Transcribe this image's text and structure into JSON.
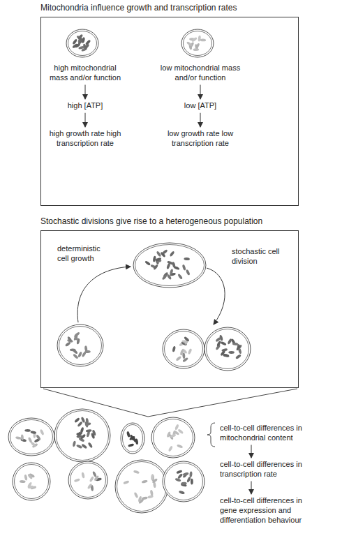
{
  "diagram": {
    "nodes": [
      {
        "text": [
          "Mitochondria influence growth and transcription rates"
        ]
      },
      {
        "text": [
          "high mitochondrial mass and/or function"
        ],
        "in": 0
      },
      {
        "text": [
          "high [ATP]"
        ],
        "in": 0
      },
      {
        "text": [
          "high growth rate high transcription rate"
        ],
        "in": 0
      },
      {
        "text": [
          "low mitochondrial mass and/or function"
        ],
        "in": 0
      },
      {
        "text": [
          "low [ATP]"
        ],
        "in": 0
      },
      {
        "text": [
          "low growth rate low transcription rate"
        ],
        "in": 0
      },
      {
        "text": [
          "Stochastic divisions give rise to a heterogeneous population"
        ]
      },
      {
        "text": [
          "cell-to-cell differences in mitochondrial content"
        ]
      },
      {
        "text": [
          "cell-to-cell differences in transcription rate"
        ]
      },
      {
        "text": [
          "cell-to-cell differences in gene expression and differentiation behaviour"
        ]
      }
    ],
    "edges": [
      {
        "from": 1,
        "to": 2,
        "arrow": "to"
      },
      {
        "from": 2,
        "to": 3,
        "arrow": "to"
      },
      {
        "from": 4,
        "to": 5,
        "arrow": "to"
      },
      {
        "from": 5,
        "to": 6,
        "arrow": "to"
      },
      {
        "from": 8,
        "to": 9,
        "arrow": "to"
      },
      {
        "from": 9,
        "to": 10,
        "arrow": "to"
      }
    ],
    "labels": [
      "deterministic cell growth",
      "stochastic cell division"
    ]
  }
}
